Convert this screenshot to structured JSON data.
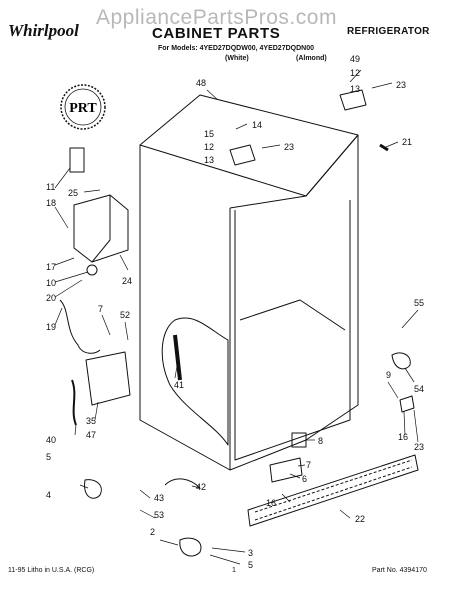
{
  "watermark": "AppliancePartsPros.com",
  "brand": "Whirlpool",
  "title": "CABINET PARTS",
  "category": "REFRIGERATOR",
  "models_line": "For Models: 4YED27DQDW00, 4YED27DQDN00",
  "variant_white": "(White)",
  "variant_almond": "(Almond)",
  "badge": "PRT",
  "footer": {
    "left": "11-95 Litho in U.S.A. (RCG)",
    "center": "1",
    "right": "Part No. 4394170"
  },
  "callouts": [
    "48",
    "49",
    "12",
    "23",
    "13",
    "14",
    "15",
    "12",
    "23",
    "13",
    "21",
    "11",
    "25",
    "18",
    "17",
    "10",
    "20",
    "24",
    "7",
    "52",
    "19",
    "55",
    "41",
    "9",
    "54",
    "35",
    "47",
    "16",
    "23",
    "40",
    "8",
    "5",
    "4",
    "42",
    "7",
    "6",
    "43",
    "53",
    "16",
    "2",
    "3",
    "5",
    "22"
  ]
}
